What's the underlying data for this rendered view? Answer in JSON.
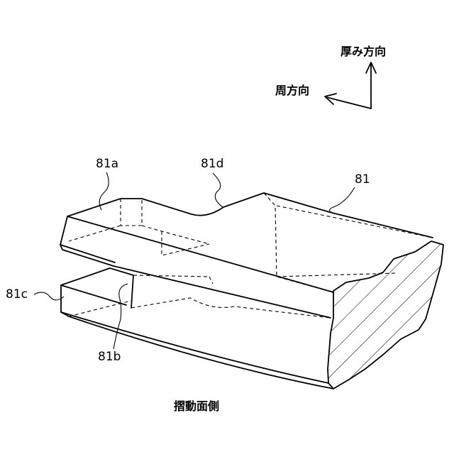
{
  "labels": {
    "ref_81a": "81a",
    "ref_81d": "81d",
    "ref_81": "81",
    "ref_81c": "81c",
    "ref_81b": "81b"
  },
  "directions": {
    "thickness": "厚み方向",
    "circumferential": "周方向"
  },
  "caption": "摺動面側"
}
